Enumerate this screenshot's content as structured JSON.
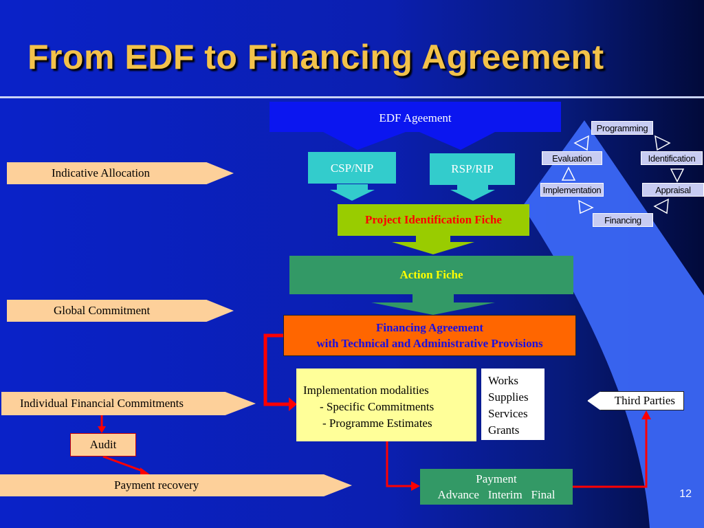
{
  "title": "From EDF to Financing Agreement",
  "page_number": "12",
  "edf_box": "EDF Ageement",
  "csp_nip": "CSP/NIP",
  "rsp_rip": "RSP/RIP",
  "project_fiche": "Project Identification Fiche",
  "action_fiche": "Action Fiche",
  "financing_agreement": {
    "line1": "Financing Agreement",
    "line2": "with Technical and Administrative Provisions"
  },
  "implementation": {
    "line1": "Implementation modalities",
    "line2": "- Specific Commitments",
    "line3": "- Programme Estimates"
  },
  "contract_types": [
    "Works",
    "Supplies",
    "Services",
    "Grants"
  ],
  "third_parties": "Third Parties",
  "payment": {
    "line1": "Payment",
    "line2": "Advance   Interim   Final"
  },
  "left_steps": {
    "indicative_allocation": "Indicative Allocation",
    "global_commitment": "Global Commitment",
    "individual_commitments": "Individual Financial Commitments",
    "audit": "Audit",
    "payment_recovery": "Payment recovery"
  },
  "cycle": {
    "programming": "Programming",
    "identification": "Identification",
    "appraisal": "Appraisal",
    "financing": "Financing",
    "implementation": "Implementation",
    "evaluation": "Evaluation"
  },
  "colors": {
    "background": "#0a22c8",
    "title": "#f3c24a",
    "edf_box": "#0b16f0",
    "cyan_box": "#33cccc",
    "lime_box": "#99cc00",
    "green_box": "#339966",
    "orange_box": "#ff6600",
    "yellow_box": "#ffff99",
    "peach_arrow": "#fdd09a",
    "red_connector": "#ff0000",
    "light_beam": "#3b67f5"
  }
}
